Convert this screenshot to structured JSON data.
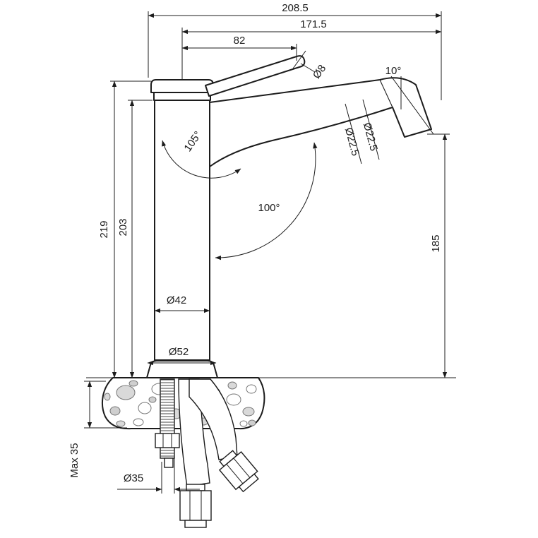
{
  "drawing": {
    "labels": {
      "overall_width": "208.5",
      "spout_reach": "171.5",
      "lever_length": "82",
      "lever_diameter": "Ø8",
      "outlet_angle": "10°",
      "spout_diameter_a": "Ø22.5",
      "spout_diameter_b": "Ø22.5",
      "lever_arc": "105°",
      "spout_arc": "100°",
      "overall_height": "219",
      "body_height": "203",
      "outlet_height": "185",
      "body_diameter": "Ø42",
      "base_diameter": "Ø52",
      "max_deck": "Max 35",
      "hole_diameter": "Ø35"
    },
    "colors": {
      "line": "#1c1c1c",
      "background": "#ffffff",
      "pebble_fill": "#d9d9d9"
    }
  }
}
